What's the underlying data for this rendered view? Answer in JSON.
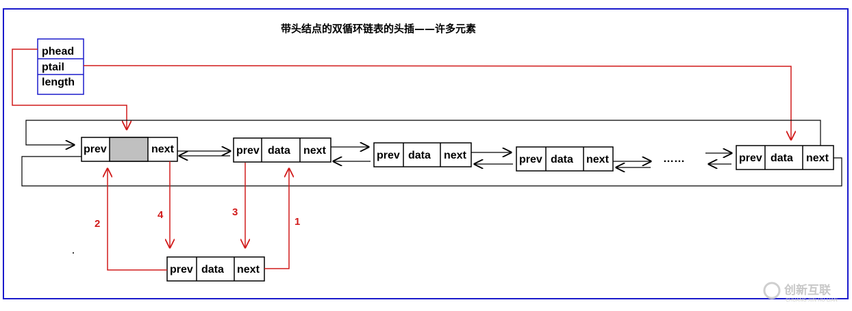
{
  "title": "带头结点的双循环链表的头插——许多元素",
  "header_struct": {
    "fields": [
      "phead",
      "ptail",
      "length"
    ]
  },
  "node_fields": {
    "prev": "prev",
    "data": "data",
    "next": "next"
  },
  "ellipsis": "……",
  "steps": [
    "1",
    "2",
    "3",
    "4"
  ],
  "watermark": {
    "text": "创新互联",
    "sub": "CHUANG XIN HU LIAN"
  },
  "colors": {
    "frame": "#1a1acc",
    "arrow_red": "#d11a1a",
    "head_data_fill": "#c0c0c0"
  }
}
